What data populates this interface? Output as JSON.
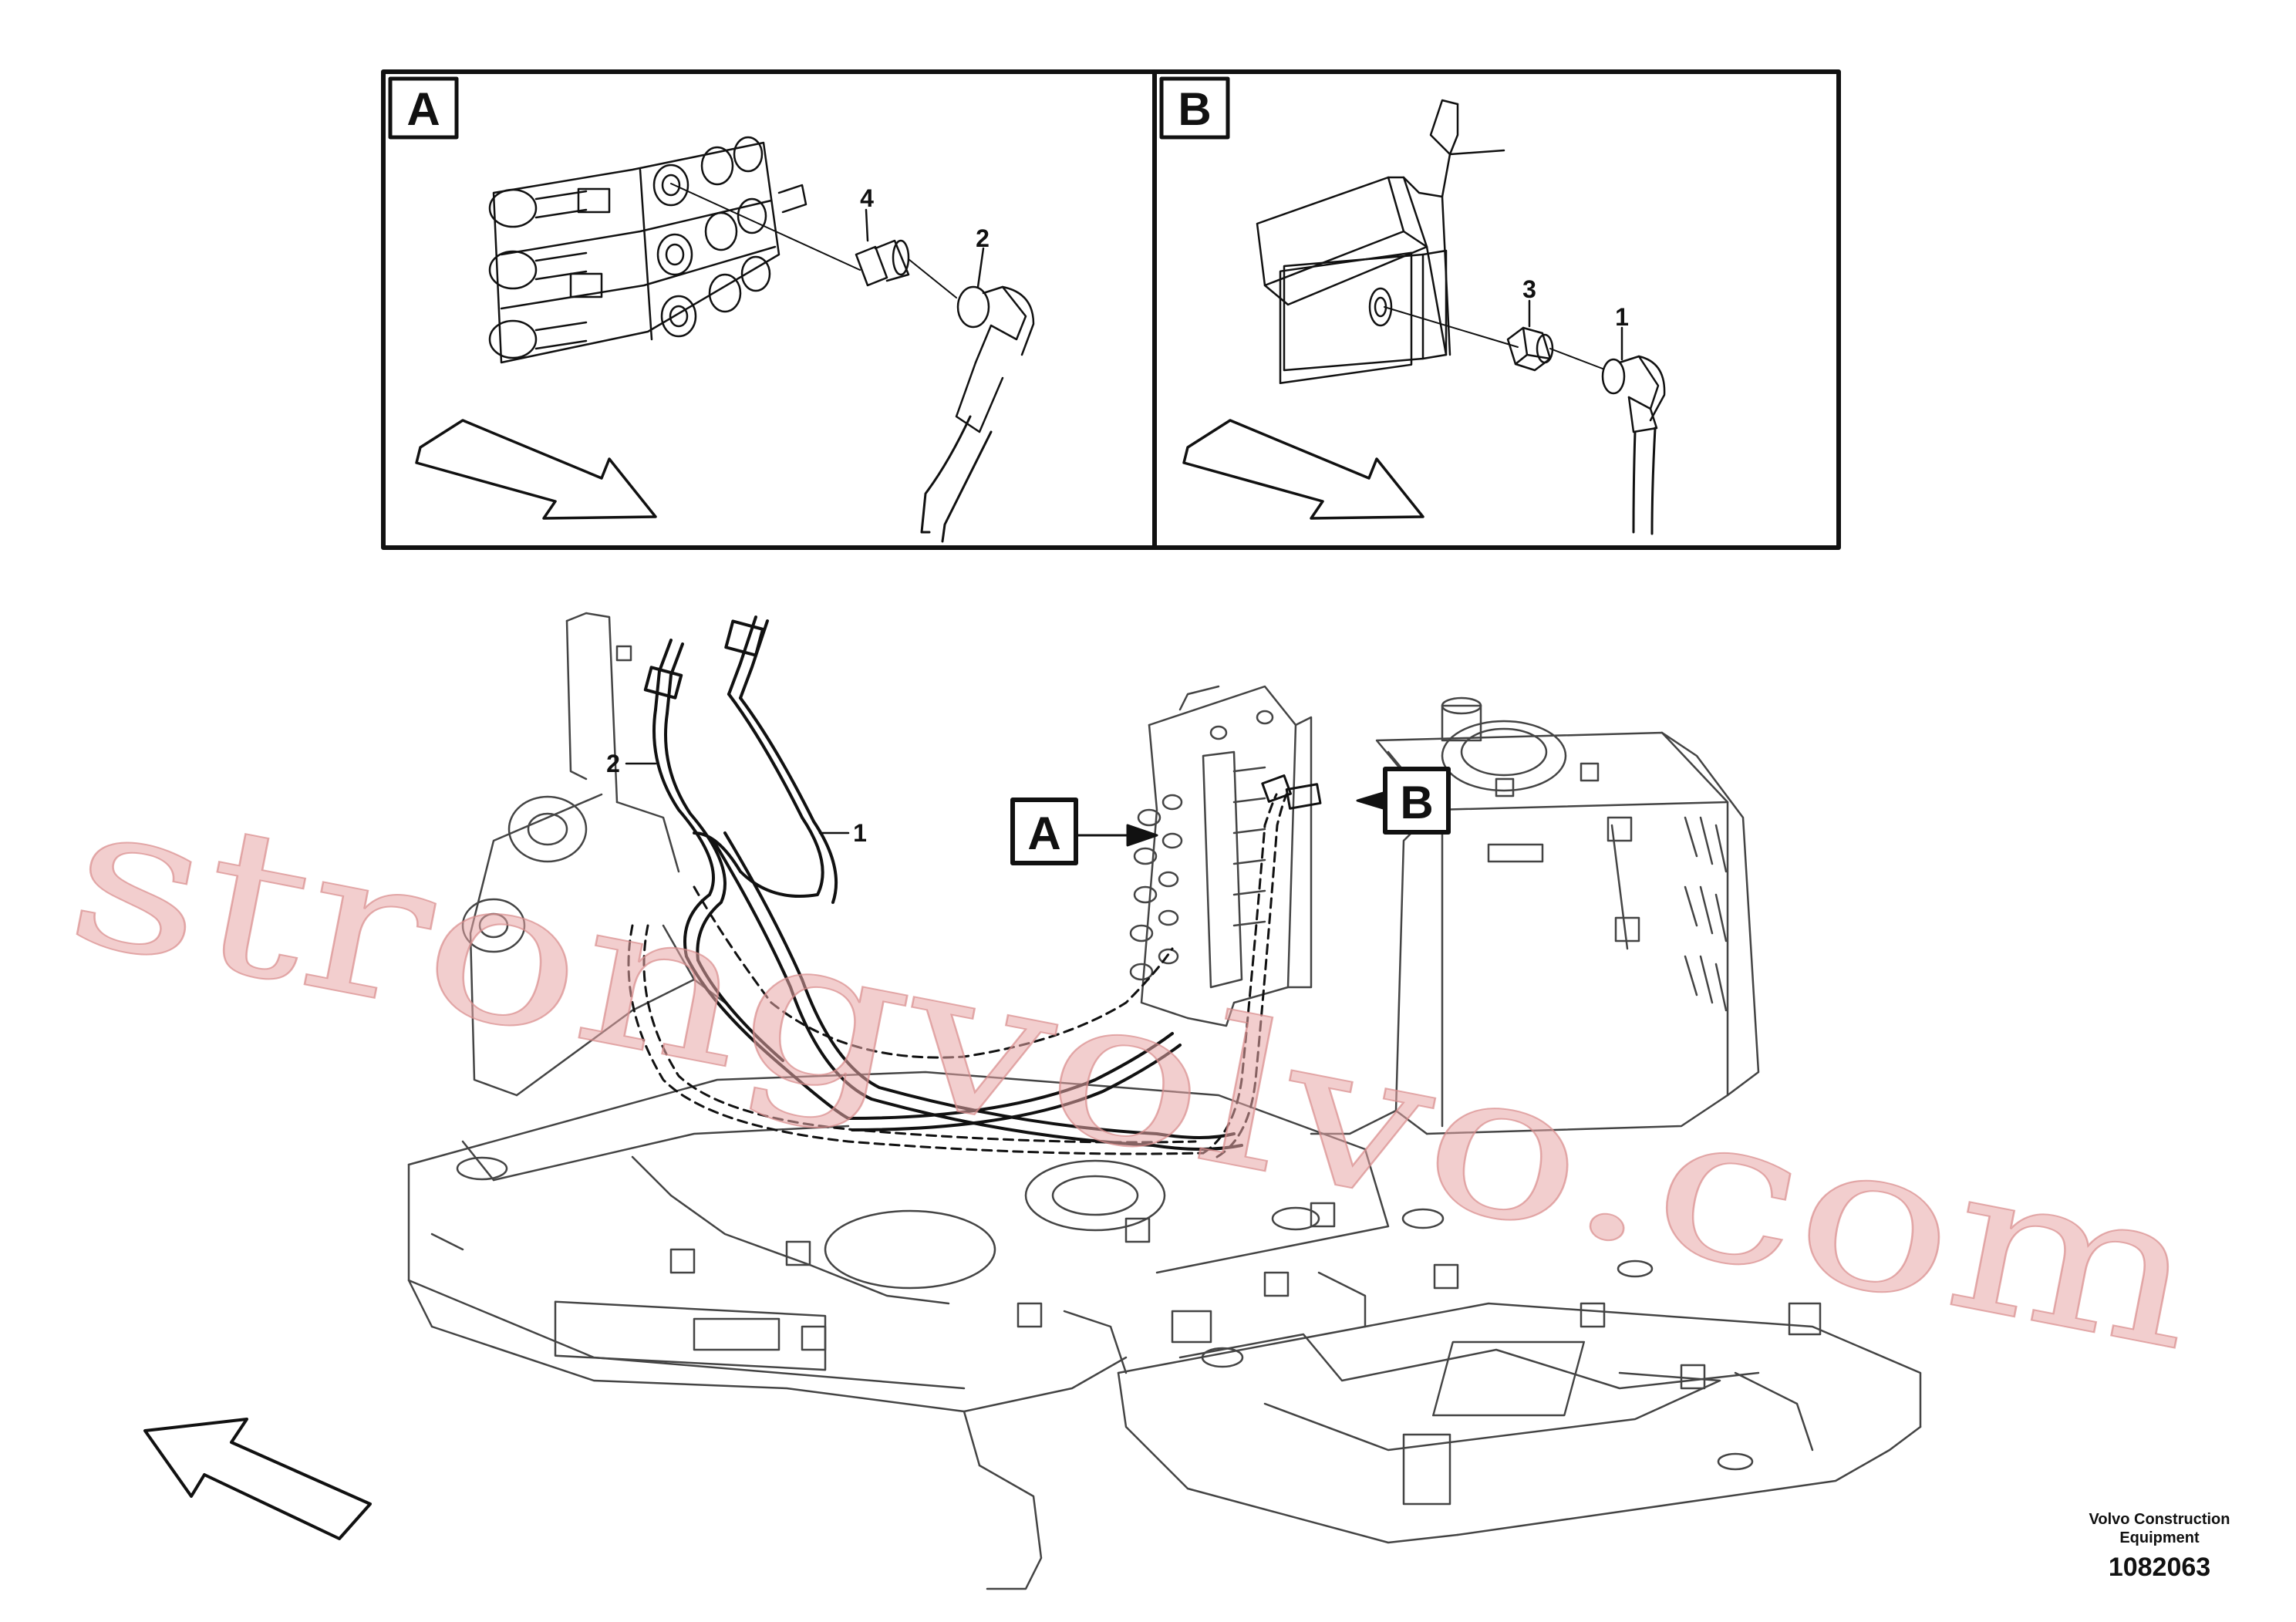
{
  "detail_views": {
    "a": {
      "label": "A",
      "callouts": [
        "4",
        "2"
      ]
    },
    "b": {
      "label": "B",
      "callouts": [
        "3",
        "1"
      ]
    }
  },
  "main_view": {
    "callouts": [
      "2",
      "1"
    ],
    "pointer_a": "A",
    "pointer_b": "B"
  },
  "watermark": "strongvolvo.com",
  "credit": {
    "company_line1": "Volvo Construction",
    "company_line2": "Equipment",
    "drawing_number": "1082063"
  },
  "colors": {
    "line": "#111111",
    "watermark": "#e8a6a6"
  }
}
